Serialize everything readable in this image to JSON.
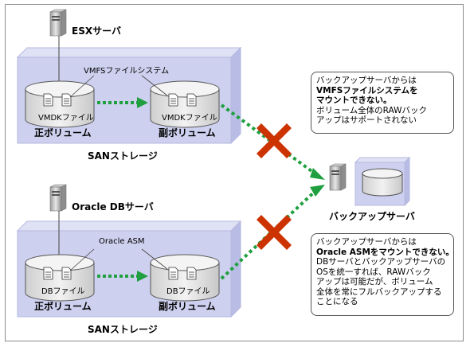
{
  "esx_server_label": "ESXサーバ",
  "oracle_server_label": "Oracle DBサーバ",
  "backup_server_label": "バックアップサーバ",
  "top_filesystem_label": "VMFSファイルシステム",
  "bottom_filesystem_label": "Oracle ASM",
  "top_primary_file": "VMDKファイル",
  "top_secondary_file": "VMDKファイル",
  "bottom_primary_file": "DBファイル",
  "bottom_secondary_file": "DBファイル",
  "top_primary_volume": "正ボリューム",
  "top_secondary_volume": "副ボリューム",
  "bottom_primary_volume": "正ボリューム",
  "bottom_secondary_volume": "副ボリューム",
  "top_storage_label": "SANストレージ",
  "bottom_storage_label": "SANストレージ",
  "note_top": {
    "line1": "バックアップサーバからは",
    "line2": "VMFSファイルシステムを",
    "line3": "マウントできない。",
    "line4": "ボリューム全体のRAWバック",
    "line5": "アップはサポートされない"
  },
  "note_bottom": {
    "line1": "バックアップサーバからは",
    "line2": "Oracle ASMをマウントできない。",
    "line3": "DBサーバとバックアップサーバの",
    "line4": "OSを統一すれば、RAWバック",
    "line5": "アップは可能だが、ボリューム",
    "line6": "全体を常にフルバックアップする",
    "line7": "ことになる"
  },
  "colors": {
    "storage_box": "#cdd0ee",
    "cylinder": "#e6e6e6",
    "green_arrow": "#1f9f3f",
    "cross": "#cc3300",
    "backup_box": "#cdd0ee"
  },
  "icons": [
    "server-icon",
    "disk-cylinder-icon",
    "document-icon",
    "red-cross-icon"
  ]
}
